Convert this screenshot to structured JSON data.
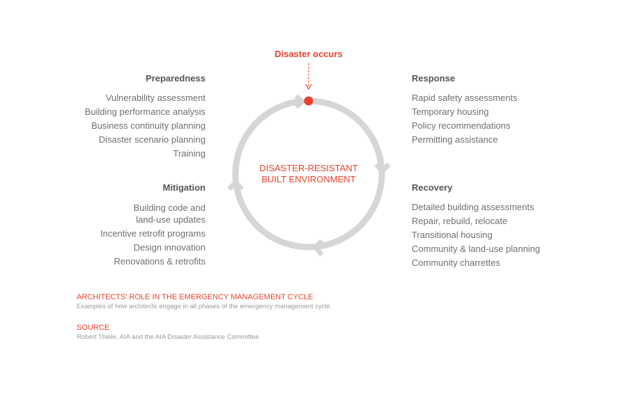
{
  "trigger": {
    "label": "Disaster occurs",
    "color": "#e8412c"
  },
  "center": {
    "line1": "DISASTER-RESISTANT",
    "line2": "BUILT ENVIRONMENT"
  },
  "phases": {
    "preparedness": {
      "title": "Preparedness",
      "items": [
        "Vulnerability assessment",
        "Building performance analysis",
        "Business continuity planning",
        "Disaster scenario planning",
        "Training"
      ]
    },
    "response": {
      "title": "Response",
      "items": [
        "Rapid safety assessments",
        "Temporary housing",
        "Policy recommendations",
        "Permitting assistance"
      ]
    },
    "mitigation": {
      "title": "Mitigation",
      "items": [
        "Building code and",
        "land-use updates",
        "Incentive retrofit programs",
        "Design innovation",
        "Renovations & retrofits"
      ]
    },
    "recovery": {
      "title": "Recovery",
      "items": [
        "Detailed building assessments",
        "Repair, rebuild, relocate",
        "Transitional housing",
        "Community & land-use planning",
        "Community charrettes"
      ]
    }
  },
  "captions": {
    "title": "ARCHITECTS' ROLE IN THE EMERGENCY MANAGEMENT CYCLE",
    "description": "Examples of how architects engage in all phases of the emergency management cycle.",
    "source_label": "SOURCE",
    "source_text": "Robert Thiele, AIA and the AIA Disaster Assistance Committee"
  },
  "colors": {
    "accent": "#e8412c",
    "ring": "#d4d4d4",
    "text": "#6f6f6f"
  }
}
